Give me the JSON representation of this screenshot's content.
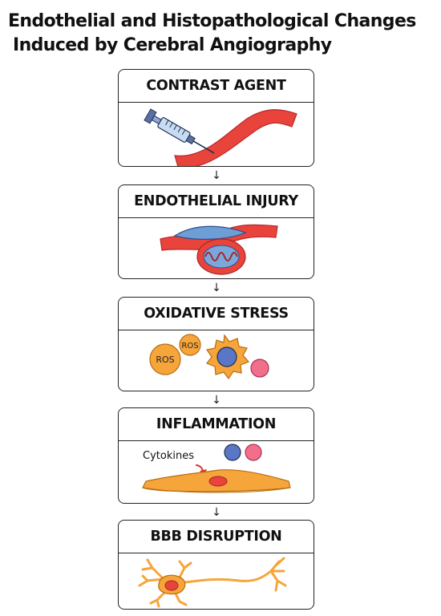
{
  "title": {
    "line1": "Endothelial and Histopathological Changes",
    "line2": "Induced by Cerebral Angiography"
  },
  "steps": [
    {
      "label": "CONTRAST AGENT"
    },
    {
      "label": "ENDOTHELIAL INJURY"
    },
    {
      "label": "OXIDATIVE STRESS",
      "bubble_a": "ROS",
      "bubble_b": "ROS"
    },
    {
      "label": "INFLAMMATION",
      "annotation": "Cytokines"
    },
    {
      "label": "BBB DISRUPTION"
    }
  ],
  "arrow_glyph": "↓",
  "colors": {
    "vessel_red": "#e8443c",
    "endothelium_blue": "#6e9ed6",
    "orange": "#f6a53a",
    "nucleus_blue": "#5a76c6",
    "pink": "#f26e8a"
  }
}
